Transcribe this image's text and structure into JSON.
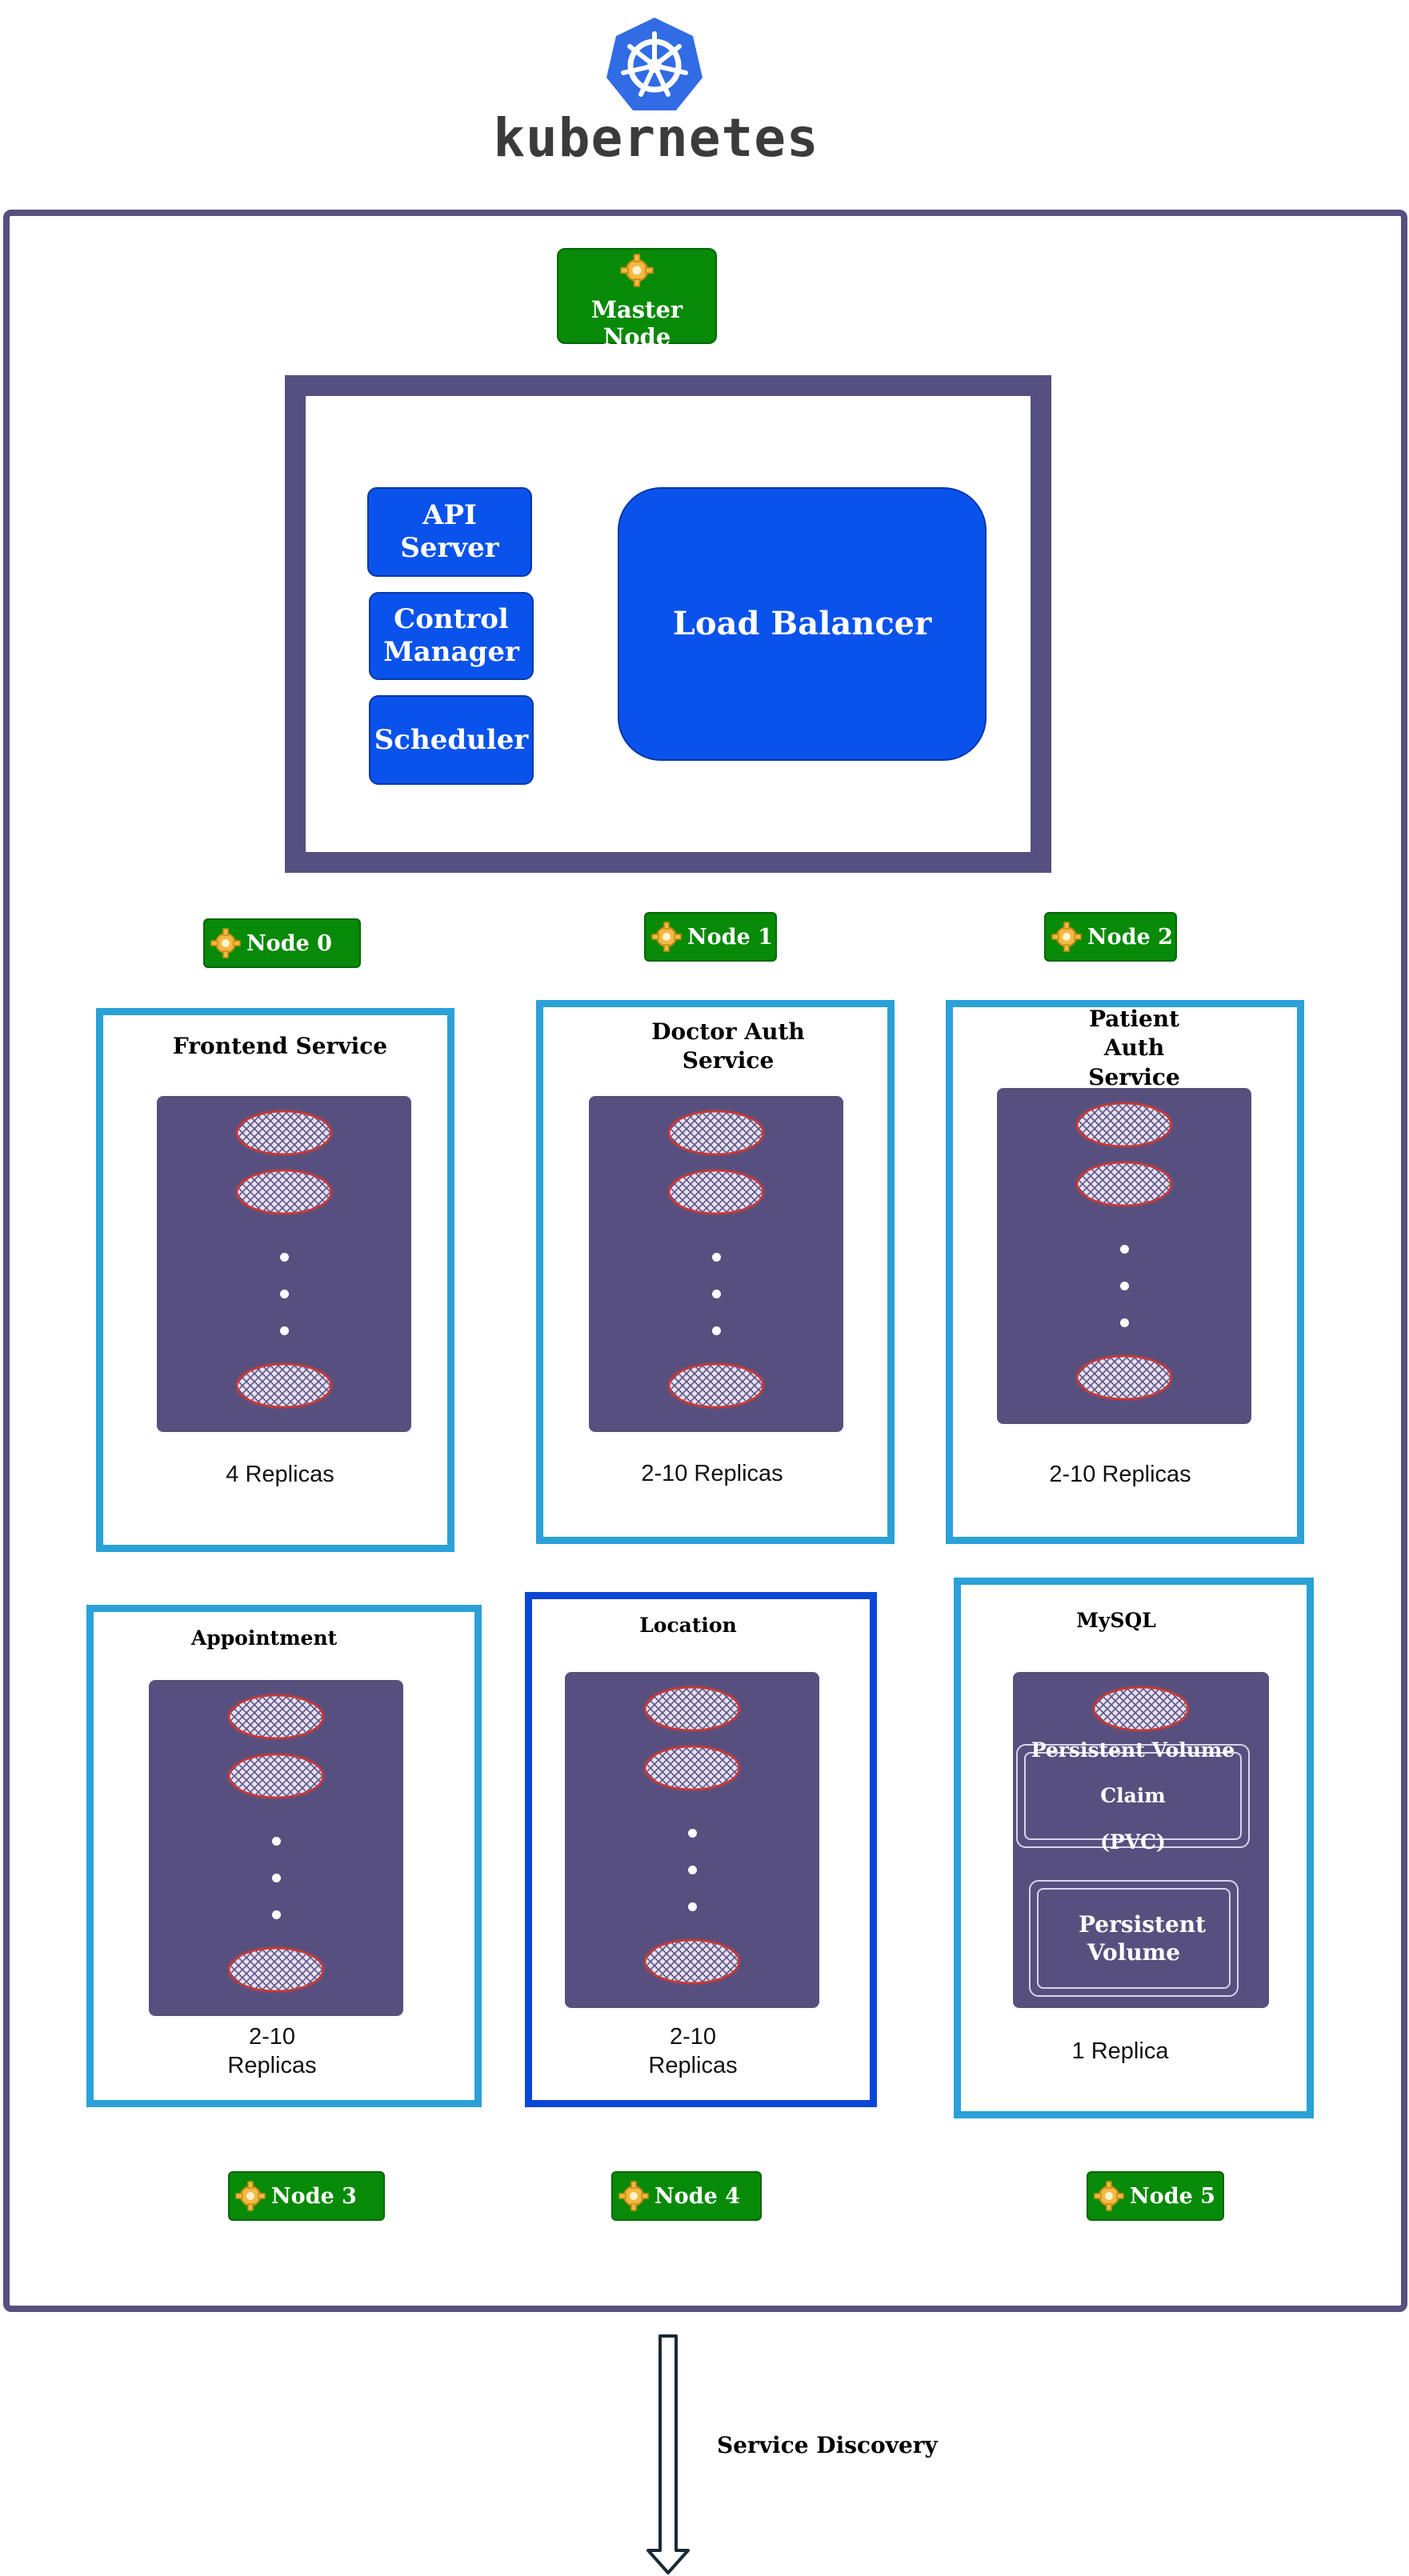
{
  "logo": {
    "wordmark": "kubernetes",
    "icon": "helm-wheel-icon"
  },
  "master": {
    "label": "Master Node",
    "icon": "gear-icon"
  },
  "control_plane": {
    "api_server": "API Server",
    "control_manager": "Control Manager",
    "scheduler": "Scheduler",
    "load_balancer": "Load Balancer"
  },
  "nodes": [
    "Node 0",
    "Node 1",
    "Node 2",
    "Node 3",
    "Node 4",
    "Node 5"
  ],
  "services": {
    "frontend": {
      "title": "Frontend Service",
      "replicas": "4 Replicas"
    },
    "doctor": {
      "title": "Doctor Auth Service",
      "replicas": "2-10 Replicas"
    },
    "patient": {
      "title": "Patient Auth Service",
      "replicas": "2-10 Replicas"
    },
    "appointment": {
      "title": "Appointment",
      "replicas": "2-10 Replicas"
    },
    "location": {
      "title": "Location",
      "replicas": "2-10 Replicas"
    },
    "mysql": {
      "title": "MySQL",
      "pvc": "Persistent Volume Claim",
      "pvc_abbr": "(PVC)",
      "pv": "Persistent Volume",
      "replicas": "1 Replica"
    }
  },
  "discovery": {
    "label": "Service Discovery"
  },
  "colors": {
    "cluster_border": "#56507f",
    "green_label": "#078a07",
    "blue_button": "#0a52ec",
    "card_border": "#2aa1d8",
    "card_border_dark": "#0b47d6",
    "pod_area": "#57507e"
  }
}
